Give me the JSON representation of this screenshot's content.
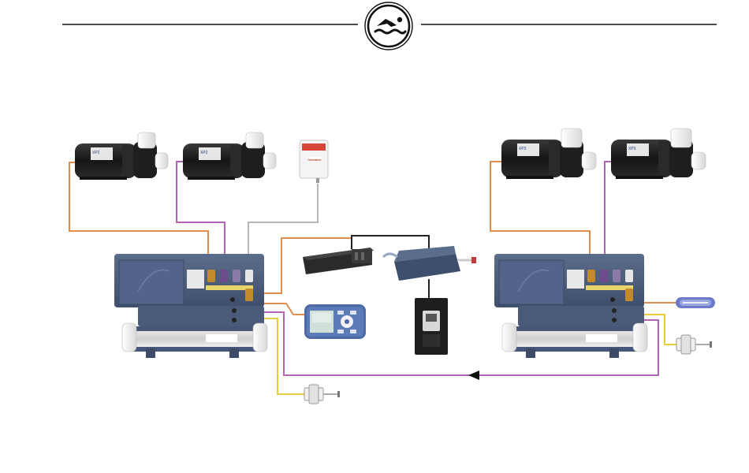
{
  "header": {
    "icon": "swimmer-icon"
  },
  "pump_labels": {
    "pump_1_brand": "XP2",
    "pump_2_brand": "XP2",
    "pump_3_brand": "XP3",
    "pump_4_brand": "XP3"
  },
  "ozonator_label": "Ozonator",
  "colors": {
    "orange_wire": "#e08c4a",
    "purple_wire": "#b163b5",
    "gray_wire": "#b5b5b5",
    "yellow_wire": "#e8cc3a",
    "black_wire": "#222222",
    "control_box": "#4d5f7d",
    "pump_body": "#1c1c1c"
  },
  "icons": {
    "keypad": "keypad-icon",
    "wifi_module": "wifi-module-icon",
    "mobile_panel": "mobile-panel-icon",
    "light_bar": "light-bar-icon",
    "sensor": "sensor-icon",
    "link_arrow": "arrow-left-icon"
  }
}
